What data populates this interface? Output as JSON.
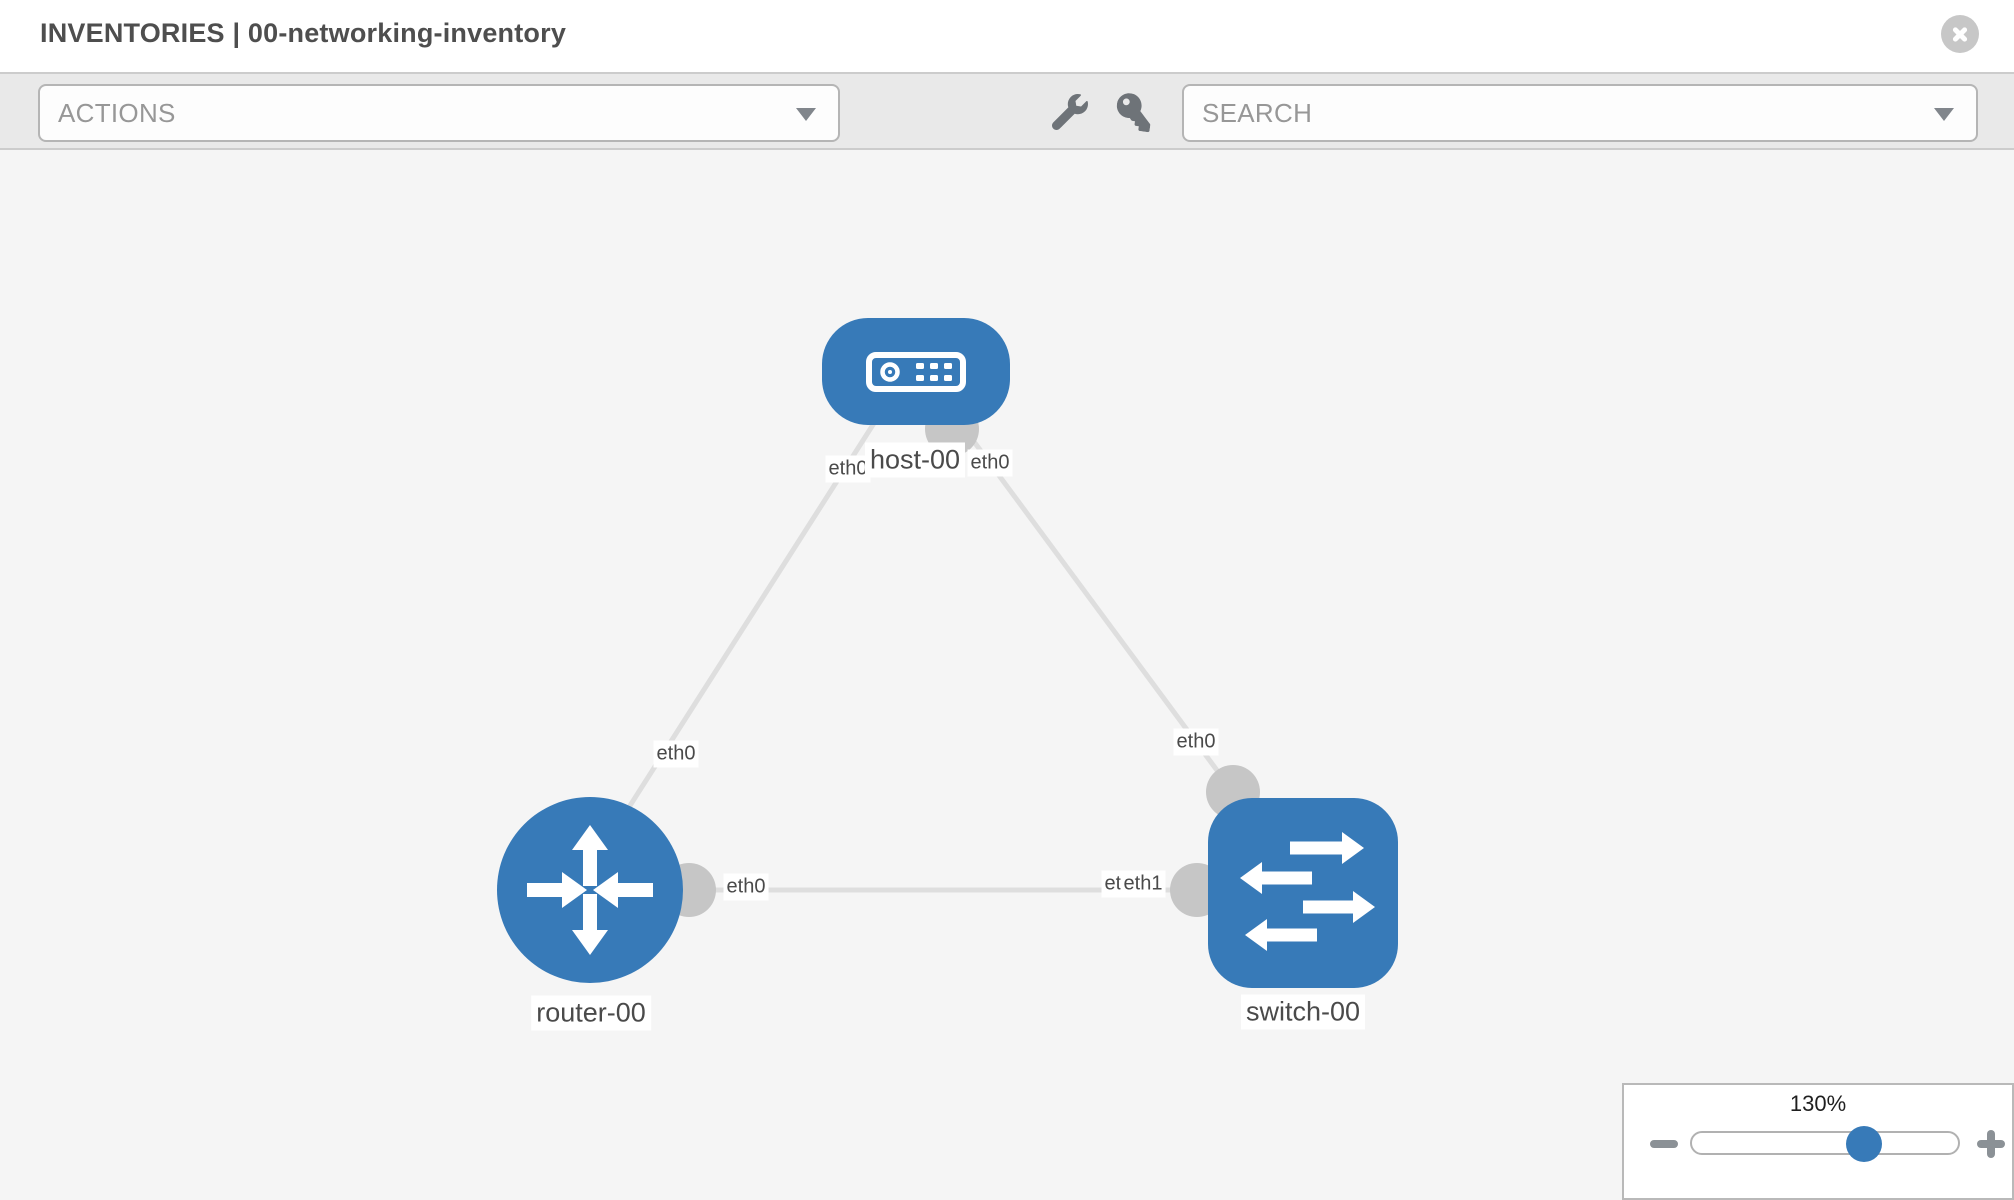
{
  "header": {
    "title": "INVENTORIES | 00-networking-inventory"
  },
  "toolbar": {
    "actions_value": "ACTIONS",
    "search_value": "SEARCH",
    "icons": [
      "wrench-icon",
      "key-icon"
    ]
  },
  "topology": {
    "nodes": [
      {
        "label": "host-00",
        "type": "host"
      },
      {
        "label": "router-00",
        "type": "router"
      },
      {
        "label": "switch-00",
        "type": "switch"
      }
    ],
    "links": [
      {
        "from": "host-00",
        "to": "router-00",
        "from_iface": "eth0",
        "to_iface": "eth0"
      },
      {
        "from": "host-00",
        "to": "switch-00",
        "from_iface": "eth0",
        "to_iface": "eth0"
      },
      {
        "from": "router-00",
        "to": "switch-00",
        "from_iface": "eth0",
        "to_iface": "eth1"
      }
    ],
    "interface_labels": [
      {
        "text": "eth0",
        "near": "host-left"
      },
      {
        "text": "eth0",
        "near": "host-right"
      },
      {
        "text": "eth0",
        "near": "link-host-router"
      },
      {
        "text": "eth0",
        "near": "switch-top"
      },
      {
        "text": "eth0",
        "near": "router-right"
      },
      {
        "text": "eth1",
        "near": "switch-left-under"
      },
      {
        "text": "eth1",
        "near": "switch-left"
      }
    ]
  },
  "zoom_control": {
    "level": "130%",
    "icons": [
      "minus-icon",
      "plus-icon"
    ],
    "thumb_position_pct": 64
  },
  "icons": [
    "close-icon",
    "chevron-down-icon"
  ],
  "colors": {
    "node_blue": "#377ab8",
    "link_gray": "#dedede",
    "port_gray": "#c6c6c6",
    "canvas_bg": "#f5f5f5",
    "toolbar_bg": "#e9e9e9",
    "label_text": "#4a4a4a"
  }
}
